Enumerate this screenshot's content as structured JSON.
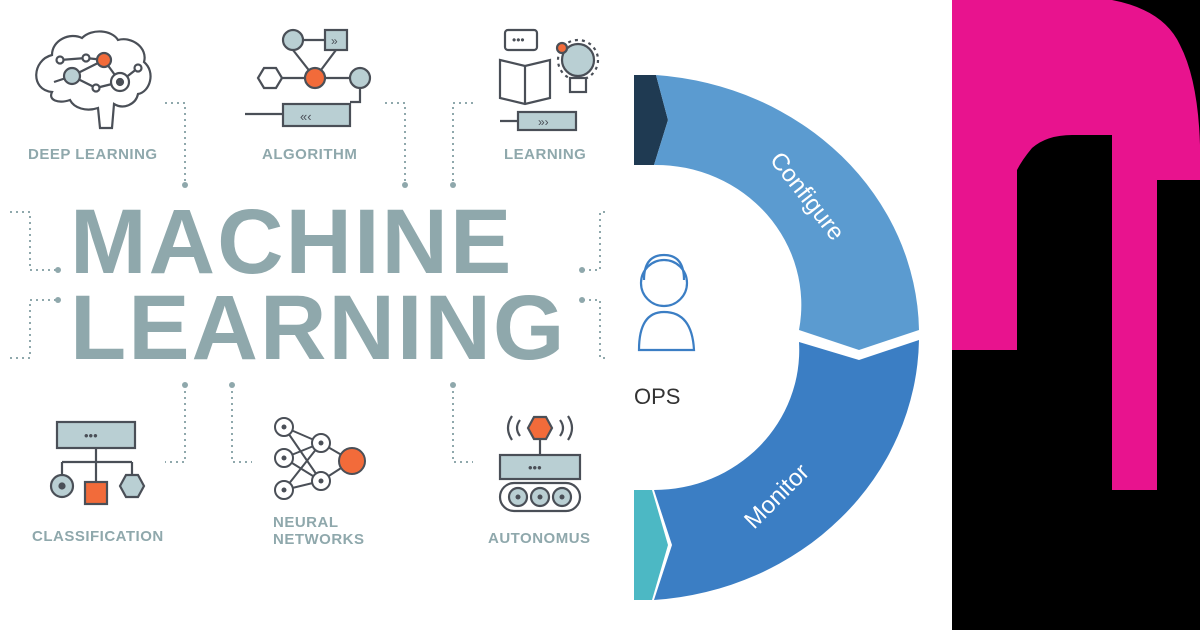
{
  "ml": {
    "title_line1": "MACHINE",
    "title_line2": "LEARNING",
    "captions": {
      "deep_learning": "DEEP LEARNING",
      "algorithm": "ALGORITHM",
      "learning": "LEARNING",
      "classification": "CLASSIFICATION",
      "neural_networks_1": "NEURAL",
      "neural_networks_2": "NETWORKS",
      "autonomus": "AUTONOMUS"
    },
    "colors": {
      "teal": "#8fa8ac",
      "orange": "#f26b3a",
      "line": "#4a4f57"
    }
  },
  "ops": {
    "label": "OPS",
    "segment_top": "Configure",
    "segment_bottom": "Monitor",
    "colors": {
      "light": "#5b9bd0",
      "mid": "#3b7ec4",
      "dark": "#1f3a52",
      "teal": "#4cb8c4"
    }
  },
  "logo": {
    "colors": {
      "magenta": "#e8138e",
      "background": "#000000"
    }
  }
}
